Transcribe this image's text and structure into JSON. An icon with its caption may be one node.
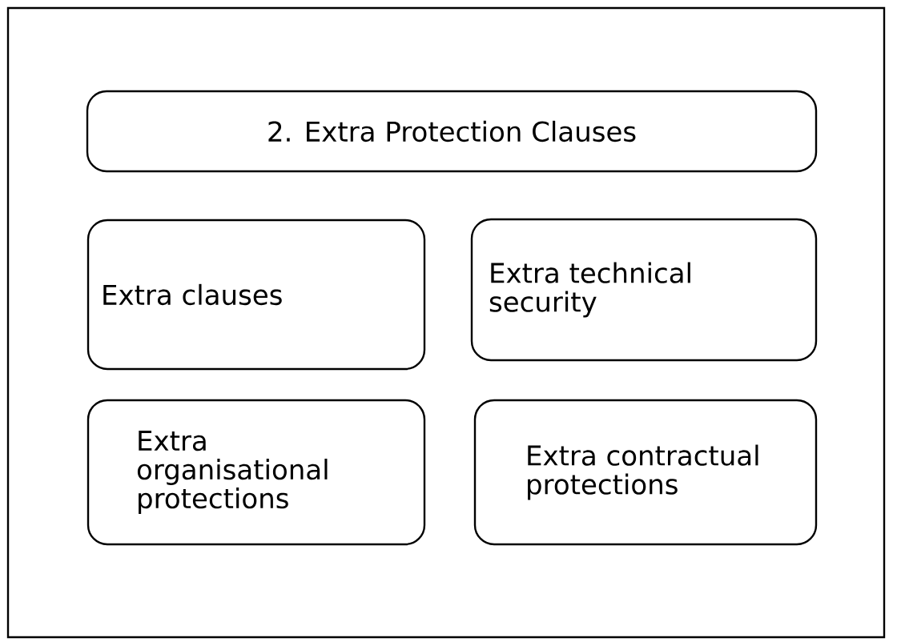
{
  "diagram": {
    "nodes": [
      {
        "text": [
          "2. Extra Protection Clauses"
        ]
      },
      {
        "text": [
          "Extra clauses"
        ]
      },
      {
        "text": [
          "Extra technical security"
        ]
      },
      {
        "text": [
          "Extra organisational protections"
        ]
      },
      {
        "text": [
          "Extra contractual protections"
        ]
      }
    ]
  }
}
